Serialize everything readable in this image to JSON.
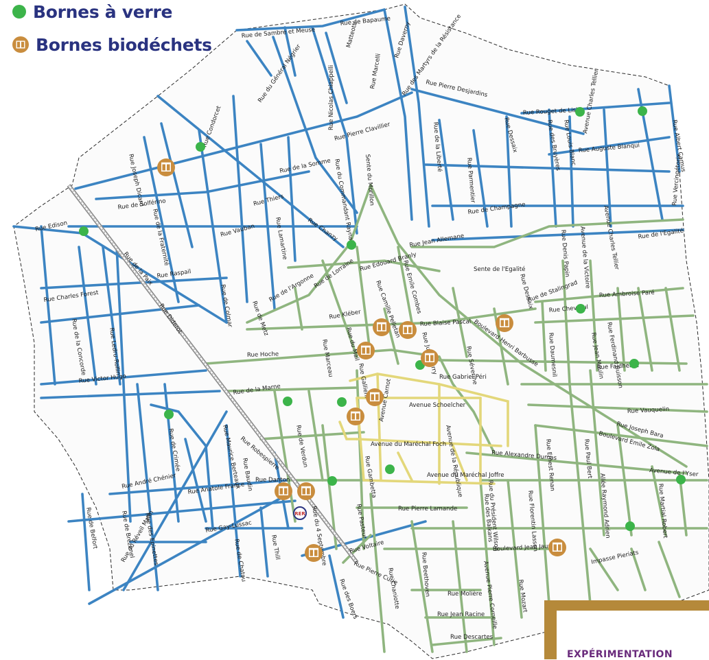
{
  "legend": {
    "glass_label": "Bornes à verre",
    "biowaste_label": "Bornes biodéchets",
    "glass_color": "#3cb44a",
    "biowaste_color": "#c98d3e"
  },
  "colors": {
    "blue_street": "#3c84c2",
    "green_street": "#8fb57f",
    "yellow_street": "#e3d77a",
    "railway": "#8e8e8e"
  },
  "badge": {
    "title": "EXPÉRIMENTATION"
  },
  "rer_label": "RER",
  "streets": [
    {
      "id": "s1",
      "name": "Rue de Sambre et Meuse"
    },
    {
      "id": "s2",
      "name": "Rue de Bapaume"
    },
    {
      "id": "s3",
      "name": "Matteotti"
    },
    {
      "id": "s4",
      "name": "Rue Daverny"
    },
    {
      "id": "s5",
      "name": "Rue du Général Négrier"
    },
    {
      "id": "s6",
      "name": "Rue Nicolas Chiappelli"
    },
    {
      "id": "s7",
      "name": "Rue Marcelli"
    },
    {
      "id": "s8",
      "name": "Rue des Martyrs de la Résistance"
    },
    {
      "id": "s9",
      "name": "Rue Pierre Desjardins"
    },
    {
      "id": "s10",
      "name": "Rue Rouget de Lisle"
    },
    {
      "id": "s11",
      "name": "Avenue Charles Tellier"
    },
    {
      "id": "s12",
      "name": "Rue Albert Camus"
    },
    {
      "id": "s13",
      "name": "Rue Condorcet"
    },
    {
      "id": "s14",
      "name": "Rue Pierre Clavillier"
    },
    {
      "id": "s15",
      "name": "Rue de la Liberté"
    },
    {
      "id": "s16",
      "name": "Rue Dessaix"
    },
    {
      "id": "s17",
      "name": "Rue des Bruyères"
    },
    {
      "id": "s18",
      "name": "Rue Louis Blanc"
    },
    {
      "id": "s19",
      "name": "Rue Auguste Blanqui"
    },
    {
      "id": "s20",
      "name": "Rue Joseph Dicard"
    },
    {
      "id": "s21",
      "name": "Rue de la Somme"
    },
    {
      "id": "s22",
      "name": "Sente du Morillon"
    },
    {
      "id": "s23",
      "name": "Rue Parmentier"
    },
    {
      "id": "s24",
      "name": "Rue Vercingétorix"
    },
    {
      "id": "s25",
      "name": "Rue de Solférino"
    },
    {
      "id": "s26",
      "name": "Rue Thiers"
    },
    {
      "id": "s27",
      "name": "Rue du Commandant Raynal"
    },
    {
      "id": "s28",
      "name": "Rue de Champagne"
    },
    {
      "id": "s29",
      "name": "Rue de l'Egalité"
    },
    {
      "id": "s30",
      "name": "Rue Edison"
    },
    {
      "id": "s31",
      "name": "Rue de la Fraternité"
    },
    {
      "id": "s32",
      "name": "Rue Lamartine"
    },
    {
      "id": "s33",
      "name": "Rue Vauban"
    },
    {
      "id": "s34",
      "name": "Rue Chanzy"
    },
    {
      "id": "s35",
      "name": "Rue Jean Allemane"
    },
    {
      "id": "s36",
      "name": "Rue Denis Papin"
    },
    {
      "id": "s37",
      "name": "Avenue de la Victoire"
    },
    {
      "id": "s38",
      "name": "Avenue Charles Tellier"
    },
    {
      "id": "s39",
      "name": "Rue de la Paix"
    },
    {
      "id": "s40",
      "name": "Rue Raspail"
    },
    {
      "id": "s41",
      "name": "Rue Edouard Branly"
    },
    {
      "id": "s42",
      "name": "Rue Emile Combes"
    },
    {
      "id": "s43",
      "name": "Sente de l'Egalité"
    },
    {
      "id": "s44",
      "name": "Rue Dessaix"
    },
    {
      "id": "s45",
      "name": "Rue de Lorraine"
    },
    {
      "id": "s46",
      "name": "Rue de Stalingrad"
    },
    {
      "id": "s47",
      "name": "Rue Charles Forest"
    },
    {
      "id": "s48",
      "name": "Rue Diderot"
    },
    {
      "id": "s49",
      "name": "Rue de Colmar"
    },
    {
      "id": "s50",
      "name": "Rue de l'Argonne"
    },
    {
      "id": "s51",
      "name": "Rue Camille Pelletan"
    },
    {
      "id": "s52",
      "name": "Rue Ambroise Paré"
    },
    {
      "id": "s53",
      "name": "Rue Chevreul"
    },
    {
      "id": "s54",
      "name": "Rue de la Concorde"
    },
    {
      "id": "s55",
      "name": "Rue Ledru-Rollin"
    },
    {
      "id": "s56",
      "name": "Rue de Metz"
    },
    {
      "id": "s57",
      "name": "Rue Kléber"
    },
    {
      "id": "s58",
      "name": "Rue Blaise Pascal"
    },
    {
      "id": "s59",
      "name": "Boulevard Henri Barbusse"
    },
    {
      "id": "s60",
      "name": "Rue Ferdinand Buisson"
    },
    {
      "id": "s61",
      "name": "Rue Jean Moulin"
    },
    {
      "id": "s62",
      "name": "Rue Daumesnil"
    },
    {
      "id": "s63",
      "name": "Rue Hoche"
    },
    {
      "id": "s64",
      "name": "Rue Marceau"
    },
    {
      "id": "s65",
      "name": "Rue du Mail"
    },
    {
      "id": "s66",
      "name": "Rue Jules Ferry"
    },
    {
      "id": "s67",
      "name": "Rue Séverine"
    },
    {
      "id": "s68",
      "name": "Rue Faidherbe"
    },
    {
      "id": "s69",
      "name": "Rue Victor Hugo"
    },
    {
      "id": "s70",
      "name": "Rue Gallieni"
    },
    {
      "id": "s71",
      "name": "Rue Gabriel Péri"
    },
    {
      "id": "s72",
      "name": "Rue de la Marne"
    },
    {
      "id": "s73",
      "name": "Avenue Schoelcher"
    },
    {
      "id": "s74",
      "name": "Avenue Carnot"
    },
    {
      "id": "s75",
      "name": "Rue Vauquelin"
    },
    {
      "id": "s76",
      "name": "Rue Maurice Berteaux"
    },
    {
      "id": "s77",
      "name": "Rue de Crimée"
    },
    {
      "id": "s78",
      "name": "Rue de Verdun"
    },
    {
      "id": "s79",
      "name": "Rue Robespierre"
    },
    {
      "id": "s80",
      "name": "Rue Joseph Bara"
    },
    {
      "id": "s81",
      "name": "Boulevard Emile Zola"
    },
    {
      "id": "s82",
      "name": "Avenue du Maréchal Foch"
    },
    {
      "id": "s83",
      "name": "Avenue de la République"
    },
    {
      "id": "s84",
      "name": "Rue Alexandre Dumas"
    },
    {
      "id": "s85",
      "name": "Rue Ernest Renan"
    },
    {
      "id": "s86",
      "name": "Rue Paul Bert"
    },
    {
      "id": "s87",
      "name": "Rue André Chénier"
    },
    {
      "id": "s88",
      "name": "Rue Baudin"
    },
    {
      "id": "s89",
      "name": "Rue Danton"
    },
    {
      "id": "s90",
      "name": "Rue Gambetta"
    },
    {
      "id": "s91",
      "name": "Avenue du Maréchal Joffre"
    },
    {
      "id": "s92",
      "name": "Avenue de l'Yser"
    },
    {
      "id": "s93",
      "name": "Rue Anatole France"
    },
    {
      "id": "s94",
      "name": "Rue du Président Wilson"
    },
    {
      "id": "s95",
      "name": "Rue Florentin Lasson"
    },
    {
      "id": "s96",
      "name": "Allée Raymond Adrien"
    },
    {
      "id": "s97",
      "name": "Rue Martial Robert"
    },
    {
      "id": "s98",
      "name": "Rue de Belfort"
    },
    {
      "id": "s99",
      "name": "Rue de Brézenel"
    },
    {
      "id": "s100",
      "name": "Rue des Epinettes"
    },
    {
      "id": "s101",
      "name": "Rue du 4 Septembre"
    },
    {
      "id": "s102",
      "name": "Rue des Balkans"
    },
    {
      "id": "s103",
      "name": "Rue Pierre Lamande"
    },
    {
      "id": "s104",
      "name": "Rue Pasteur"
    },
    {
      "id": "s105",
      "name": "Rue Gay-Lussac"
    },
    {
      "id": "s106",
      "name": "Rue Thill"
    },
    {
      "id": "s107",
      "name": "Rue de Chatou"
    },
    {
      "id": "s108",
      "name": "Rue du Réveil Matin"
    },
    {
      "id": "s109",
      "name": "Rue Voltaire"
    },
    {
      "id": "s110",
      "name": "Boulevard Jean Jaurès"
    },
    {
      "id": "s111",
      "name": "Impasse Pieriats"
    },
    {
      "id": "s112",
      "name": "Rue Pierre Curie"
    },
    {
      "id": "s113",
      "name": "Rue des Boers"
    },
    {
      "id": "s114",
      "name": "Rue Beethoven"
    },
    {
      "id": "s115",
      "name": "Rue Chaniotte"
    },
    {
      "id": "s116",
      "name": "Avenue Pierre Corneille"
    },
    {
      "id": "s117",
      "name": "Rue Mozart"
    },
    {
      "id": "s118",
      "name": "Rue Molière"
    },
    {
      "id": "s119",
      "name": "Rue Jean Racine"
    },
    {
      "id": "s120",
      "name": "Rue Descartes"
    }
  ]
}
